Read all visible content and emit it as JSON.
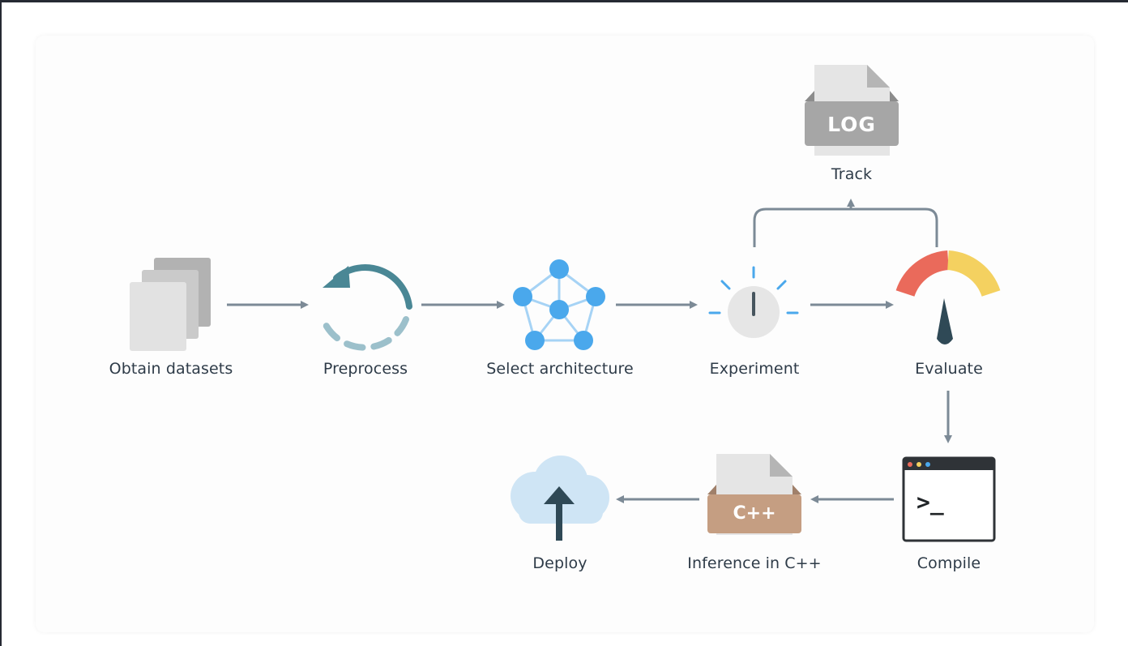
{
  "steps": {
    "obtain": "Obtain datasets",
    "preprocess": "Preprocess",
    "architecture": "Select architecture",
    "experiment": "Experiment",
    "evaluate": "Evaluate",
    "track": "Track",
    "compile": "Compile",
    "inference": "Inference in C++",
    "deploy": "Deploy"
  },
  "badges": {
    "log": "LOG",
    "cpp": "C++",
    "prompt": ">_"
  },
  "colors": {
    "arrow": "#7c8a96",
    "node_blue": "#4aa8ec",
    "dark_teal": "#2f4956",
    "teal_ring": "#4a8795",
    "gauge_red": "#ea6a5b",
    "gauge_yellow": "#f4d160",
    "cpp_brown": "#c59e82",
    "cloud": "#cfe5f5"
  }
}
